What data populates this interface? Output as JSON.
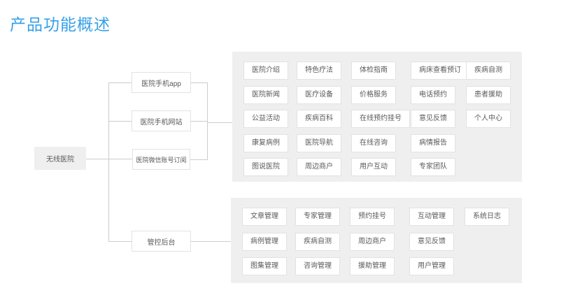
{
  "title": "产品功能概述",
  "colors": {
    "accent": "#36a0e8",
    "panel_bg": "#efefef",
    "line": "#cccccc",
    "box_border": "#e2e2e2",
    "text": "#595959"
  },
  "root_node": {
    "label": "无线医院"
  },
  "channel_nodes": [
    {
      "label": "医院手机app"
    },
    {
      "label": "医院手机网站"
    },
    {
      "label": "医院微信账号订阅"
    },
    {
      "label": "管控后台"
    }
  ],
  "panels": [
    {
      "name": "frontend-features",
      "rows": [
        [
          "医院介绍",
          "特色疗法",
          "体检指南",
          "病床查看预订",
          "疾病自测"
        ],
        [
          "医院新闻",
          "医疗设备",
          "价格服务",
          "电话预约",
          "患者援助"
        ],
        [
          "公益活动",
          "疾病百科",
          "在线预约挂号",
          "意见反馈",
          "个人中心"
        ],
        [
          "康复病例",
          "医院导航",
          "在线咨询",
          "病情报告"
        ],
        [
          "图说医院",
          "周边商户",
          "用户互动",
          "专家团队"
        ]
      ]
    },
    {
      "name": "admin-features",
      "rows": [
        [
          "文章管理",
          "专家管理",
          "预约挂号",
          "互动管理",
          "系统日志"
        ],
        [
          "病例管理",
          "疾病自测",
          "周边商户",
          "意见反馈"
        ],
        [
          "图集管理",
          "咨询管理",
          "援助管理",
          "用户管理"
        ]
      ]
    }
  ]
}
